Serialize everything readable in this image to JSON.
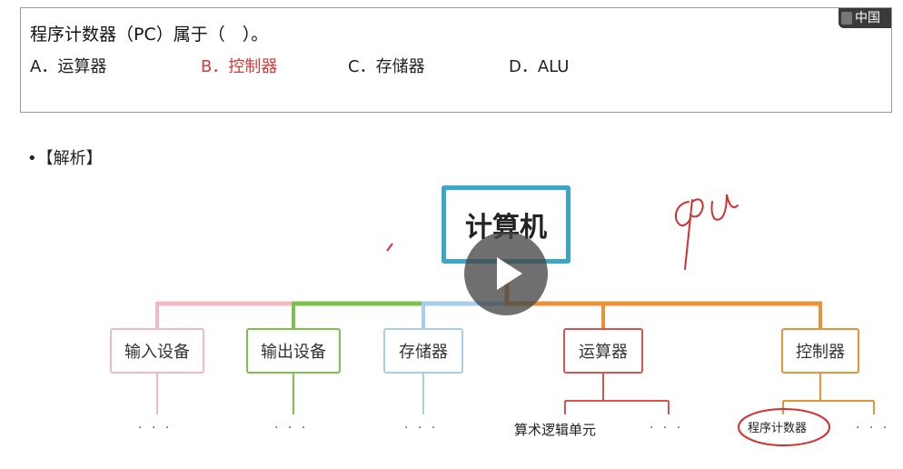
{
  "question": {
    "stem": "程序计数器（PC）属于（　）。",
    "options": [
      {
        "label": "A．运算器"
      },
      {
        "label": "B．控制器",
        "correct": true
      },
      {
        "label": "C．存储器"
      },
      {
        "label": "D．ALU"
      }
    ]
  },
  "corner_logo": {
    "text": "中国"
  },
  "analysis": {
    "heading": "•【解析】"
  },
  "diagram": {
    "root": "计算机",
    "children": [
      {
        "label": "输入设备",
        "color": "#f3b9c2"
      },
      {
        "label": "输出设备",
        "color": "#7ec04a"
      },
      {
        "label": "存储器",
        "color": "#a7cdea"
      },
      {
        "label": "运算器",
        "color": "#d9534f",
        "sub": [
          "算术逻辑单元"
        ]
      },
      {
        "label": "控制器",
        "color": "#e8923a",
        "sub": [
          "程序计数器"
        ]
      }
    ],
    "ellipsis": "· · ·",
    "connector_orange": "#e8923a",
    "root_border": "#3aa6c8"
  },
  "handwriting": {
    "text": "CPU",
    "color": "#d43030"
  },
  "video": {
    "control": "play-icon"
  }
}
